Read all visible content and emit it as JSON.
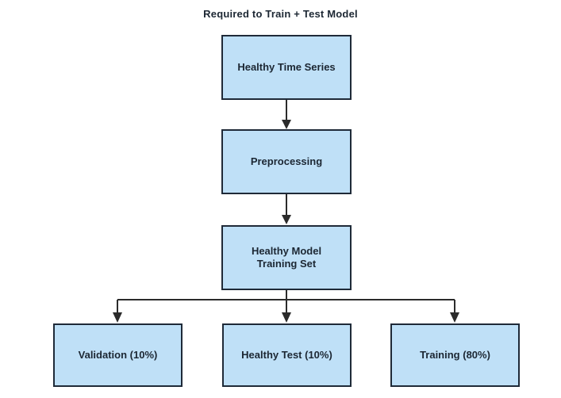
{
  "title": "Required to Train + Test Model",
  "colors": {
    "box_fill": "#bfe0f7",
    "box_border": "#1f2a38",
    "arrow": "#2b2b2b",
    "text": "#1c2733",
    "background": "#ffffff"
  },
  "nodes": [
    {
      "id": "healthy-time-series",
      "label": "Healthy Time Series"
    },
    {
      "id": "preprocessing",
      "label": "Preprocessing"
    },
    {
      "id": "healthy-model-training-set",
      "label": "Healthy Model Training Set"
    },
    {
      "id": "validation",
      "label": "Validation (10%)"
    },
    {
      "id": "healthy-test",
      "label": "Healthy Test (10%)"
    },
    {
      "id": "training",
      "label": "Training (80%)"
    }
  ],
  "edges": [
    {
      "from": "healthy-time-series",
      "to": "preprocessing"
    },
    {
      "from": "preprocessing",
      "to": "healthy-model-training-set"
    },
    {
      "from": "healthy-model-training-set",
      "to": "validation"
    },
    {
      "from": "healthy-model-training-set",
      "to": "healthy-test"
    },
    {
      "from": "healthy-model-training-set",
      "to": "training"
    }
  ]
}
